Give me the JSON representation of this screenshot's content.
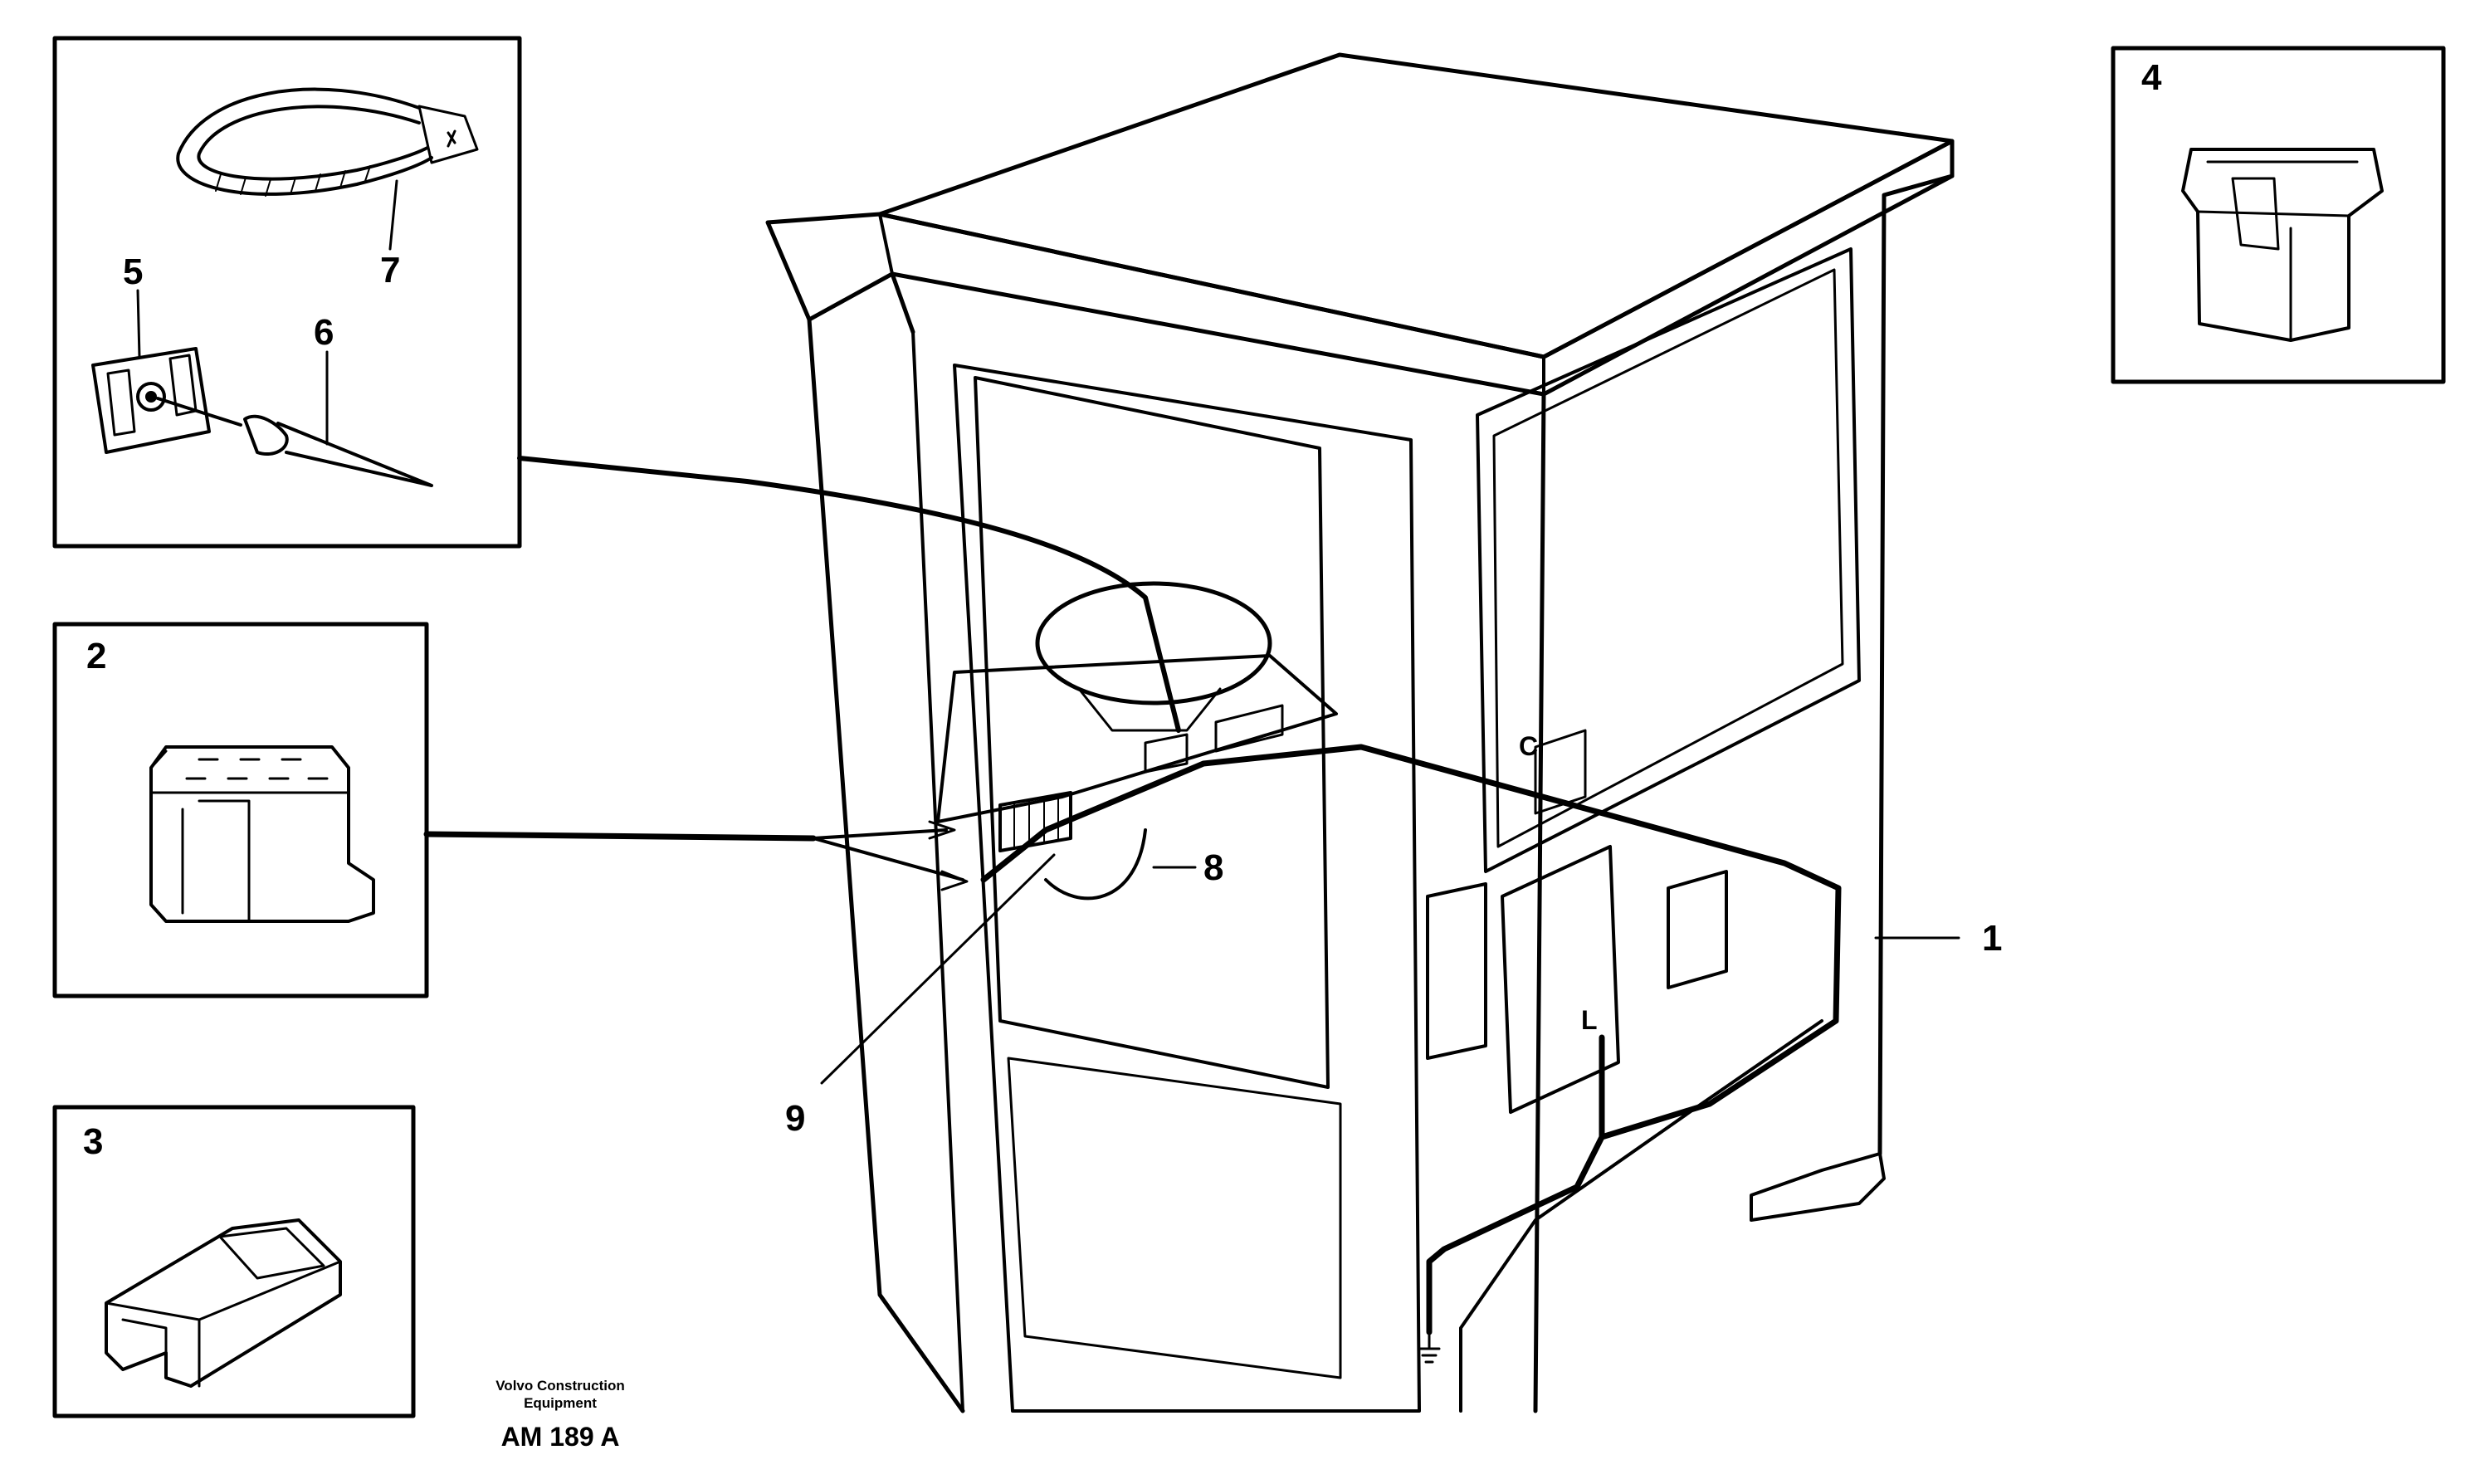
{
  "callouts": {
    "c1": "1",
    "c2": "2",
    "c3": "3",
    "c4": "4",
    "c5": "5",
    "c6": "6",
    "c7": "7",
    "c8": "8",
    "c9": "9"
  },
  "caption": {
    "company_line1": "Volvo Construction",
    "company_line2": "Equipment",
    "code": "AM 189 A"
  },
  "misc_marks": {
    "panel_letter": "C",
    "ground_letter": "L"
  }
}
